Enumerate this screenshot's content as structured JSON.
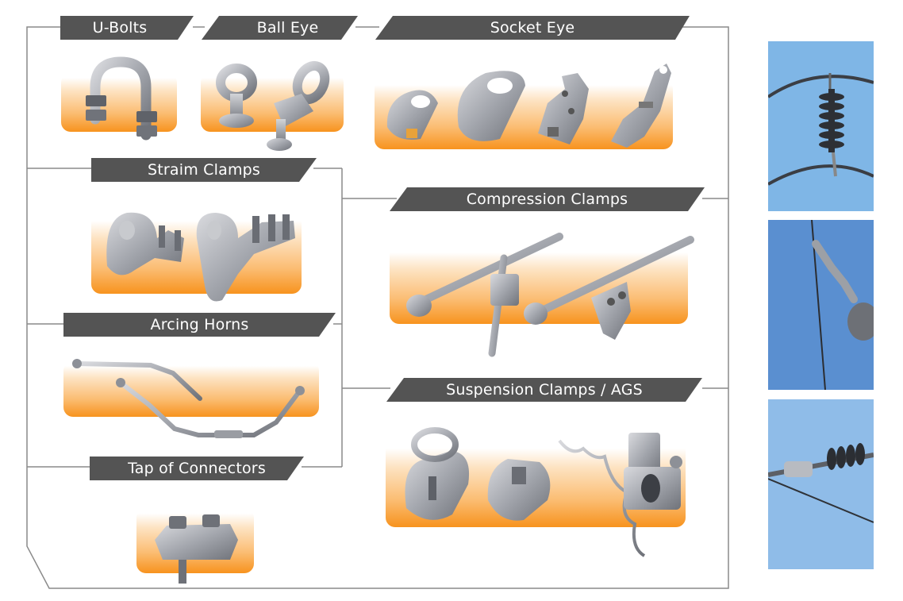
{
  "sections": {
    "ubolts": "U-Bolts",
    "ball_eye": "Ball Eye",
    "socket_eye": "Socket Eye",
    "strain_clamps": "Straim Clamps",
    "compression_clamps": "Compression Clamps",
    "arcing_horns": "Arcing Horns",
    "suspension_clamps": "Suspension Clamps / AGS",
    "tap_connectors": "Tap of Connectors"
  },
  "colors": {
    "banner": "#545454",
    "frame": "#8a8a8a",
    "orange": "#f7931e",
    "metal": "#a8aab0",
    "sky": "#6aa6dc"
  },
  "icons": {
    "photo_1": "suspension-insulator-photo",
    "photo_2": "tension-clamp-photo",
    "photo_3": "insulator-string-photo"
  }
}
